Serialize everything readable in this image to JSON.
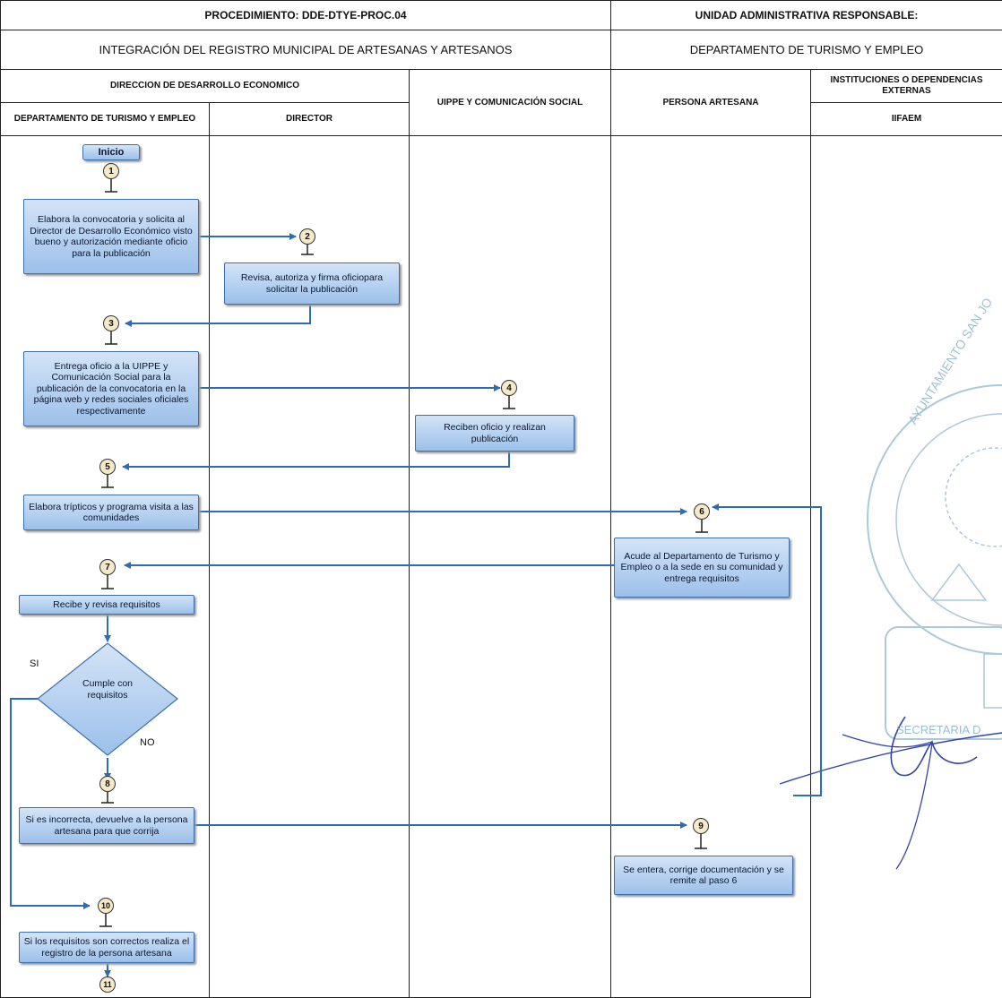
{
  "header": {
    "procedure_label": "PROCEDIMIENTO: DDE-DTYE-PROC.04",
    "unit_label": "UNIDAD ADMINISTRATIVA RESPONSABLE:",
    "procedure_name": "INTEGRACIÓN DEL REGISTRO MUNICIPAL DE ARTESANAS Y ARTESANOS",
    "unit_name": "DEPARTAMENTO DE TURISMO Y EMPLEO",
    "group_ddec": "DIRECCION DE DESARROLLO ECONOMICO",
    "group_externas": "INSTITUCIONES O DEPENDENCIAS EXTERNAS",
    "lanes": {
      "dtye": "DEPARTAMENTO DE TURISMO Y EMPLEO",
      "director": "DIRECTOR",
      "uippe": "UIPPE Y COMUNICACIÓN SOCIAL",
      "artesana": "PERSONA ARTESANA",
      "iifaem": "IIFAEM"
    }
  },
  "flow": {
    "start": "Inicio",
    "steps": {
      "s1": "Elabora la convocatoria y solicita al Director de Desarrollo Económico visto bueno y autorización mediante oficio para la publicación",
      "s2": "Revisa, autoriza y firma oficiopara solicitar la publicación",
      "s3": "Entrega oficio a la UIPPE y Comunicación Social para la publicación de la convocatoria en la página web y redes sociales oficiales respectivamente",
      "s4": "Reciben oficio y realizan publicación",
      "s5": "Elabora trípticos y programa visita a las comunidades",
      "s6": "Acude al Departamento de Turismo y Empleo o a la sede en su comunidad y entrega requisitos",
      "s7": "Recibe y revisa requisitos",
      "decision": "Cumple con requisitos",
      "s8": "Si es incorrecta, devuelve a la persona artesana para que corrija",
      "s9": "Se entera, corrige documentación y se remite al paso 6",
      "s10": "Si los requisitos son correctos realiza el registro de la persona artesana"
    },
    "labels": {
      "si": "SI",
      "no": "NO"
    },
    "numbers": {
      "n1": "1",
      "n2": "2",
      "n3": "3",
      "n4": "4",
      "n5": "5",
      "n6": "6",
      "n7": "7",
      "n8": "8",
      "n9": "9",
      "n10": "10",
      "n11": "11"
    }
  },
  "stamp": {
    "text_top": "AYUNTAMIENTO SAN JO",
    "text_bottom": "SECRETARIA D"
  },
  "colors": {
    "arrow": "#2e6db4",
    "box": "#9cc0ea",
    "stamp": "#8fb8cc",
    "signature": "#3344aa"
  }
}
